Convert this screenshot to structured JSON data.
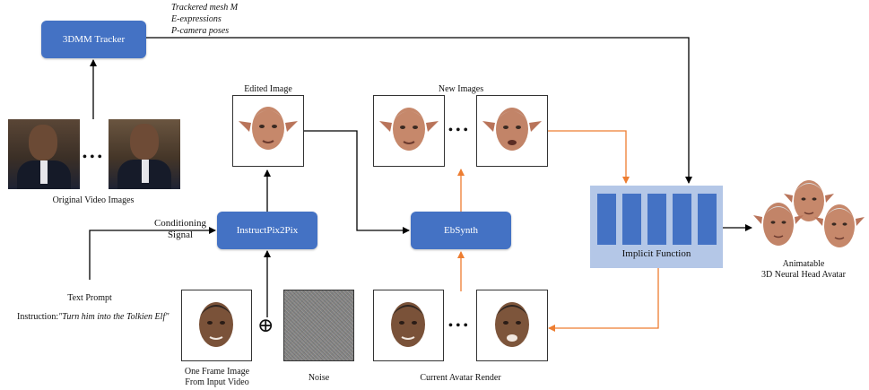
{
  "tracker": {
    "label": "3DMM Tracker",
    "outputs": [
      "Trackered mesh M",
      "E-expressions",
      "P-camera poses"
    ]
  },
  "labels": {
    "original_video": "Original Video Images",
    "edited_image": "Edited Image",
    "new_images": "New Images",
    "conditioning": "Conditioning",
    "signal": "Signal",
    "text_prompt": "Text Prompt",
    "instruction_prefix": "Instruction:",
    "instruction_text": "\"Turn him into the Tolkien Elf\"",
    "one_frame_1": "One Frame Image",
    "one_frame_2": "From Input Video",
    "noise": "Noise",
    "current_render": "Current Avatar Render",
    "avatar_1": "Animatable",
    "avatar_2": "3D Neural Head Avatar",
    "dots": "• • •",
    "plus": "⊕"
  },
  "nodes": {
    "instructpix2pix": "InstructPix2Pix",
    "ebsynth": "EbSynth",
    "implicit": "Implicit Function"
  },
  "colors": {
    "node_blue": "#4472c4",
    "panel_light": "#b4c7e7",
    "arrow_black": "#000000",
    "arrow_orange": "#ed7d31"
  }
}
